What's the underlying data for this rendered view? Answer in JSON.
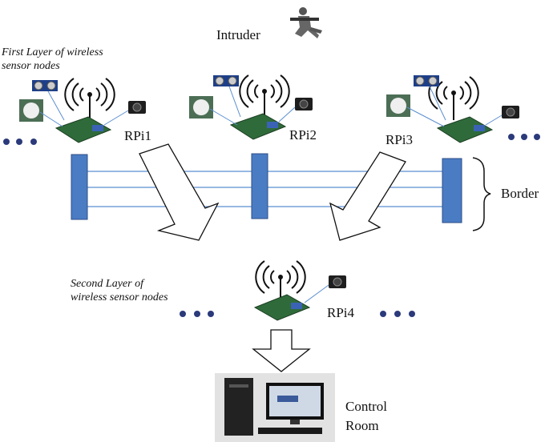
{
  "title_label": "Intruder",
  "layer1_label_line1": "First Layer of wireless",
  "layer1_label_line2": "sensor nodes",
  "layer2_label_line1": "Second Layer of",
  "layer2_label_line2": "wireless sensor nodes",
  "nodes": [
    "RPi1",
    "RPi2",
    "RPi3",
    "RPi4"
  ],
  "border_label": "Border",
  "control_room_line1": "Control",
  "control_room_line2": "Room",
  "colors": {
    "pillar": "#4a7cc4",
    "wire": "#5b8fd0",
    "dots": "#2b3a7a",
    "board": "#2f6b3a",
    "camera": "#1e1e1e"
  }
}
